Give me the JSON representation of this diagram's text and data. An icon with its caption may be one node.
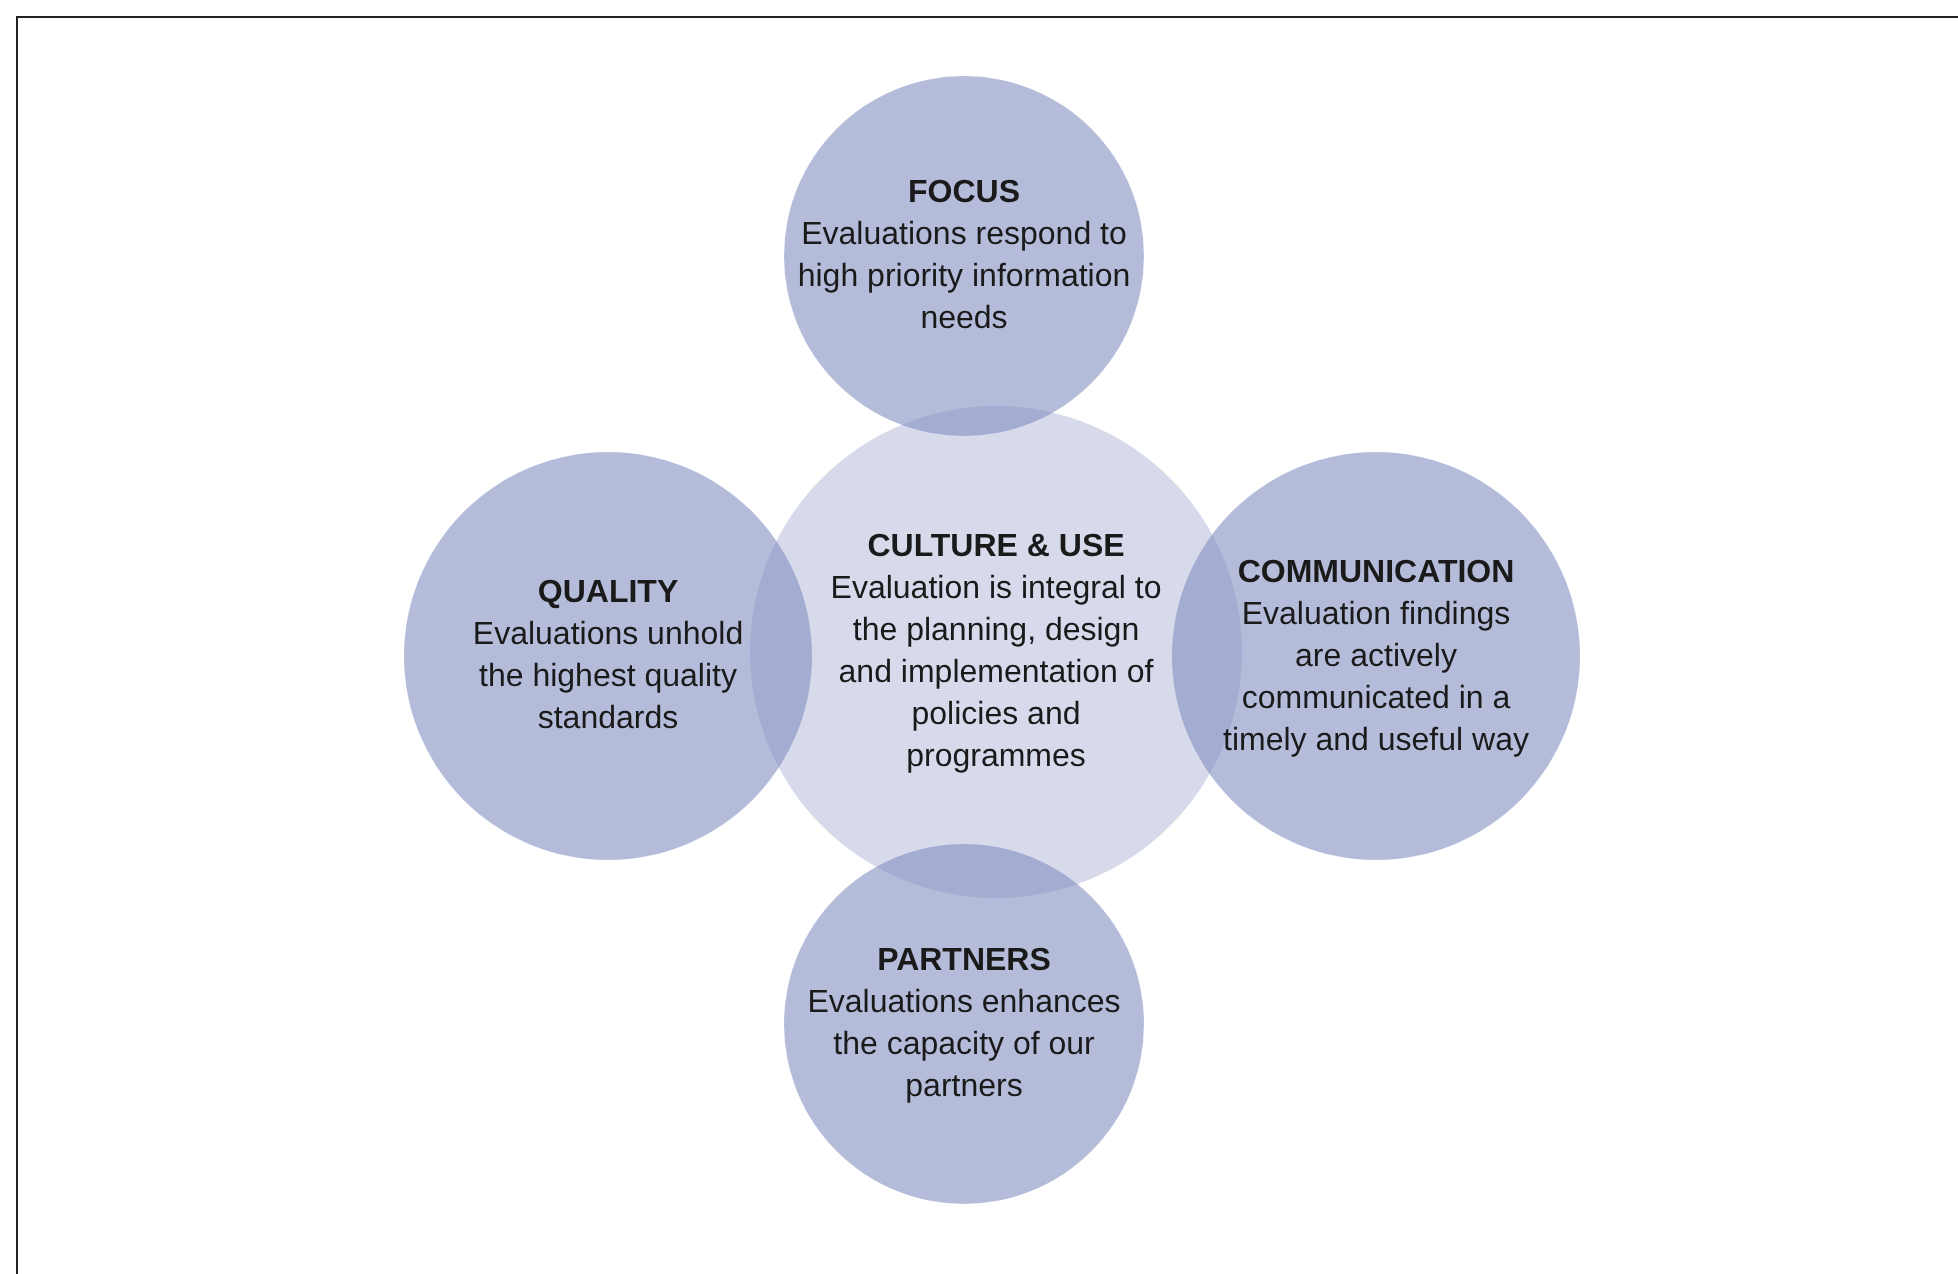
{
  "diagram": {
    "nodes": [
      {
        "text": [
          "FOCUS",
          "Evaluations respond to high priority information needs"
        ]
      },
      {
        "text": [
          "QUALITY",
          "Evaluations unhold the highest quality standards"
        ]
      },
      {
        "text": [
          "CULTURE & USE",
          "Evaluation is integral to the planning, design and implementation of policies and programmes"
        ]
      },
      {
        "text": [
          "COMMUNICATION",
          "Evaluation findings are actively communicated in a timely and useful way"
        ]
      },
      {
        "text": [
          "PARTNERS",
          "Evaluations enhances the capacity of our partners"
        ]
      }
    ]
  }
}
